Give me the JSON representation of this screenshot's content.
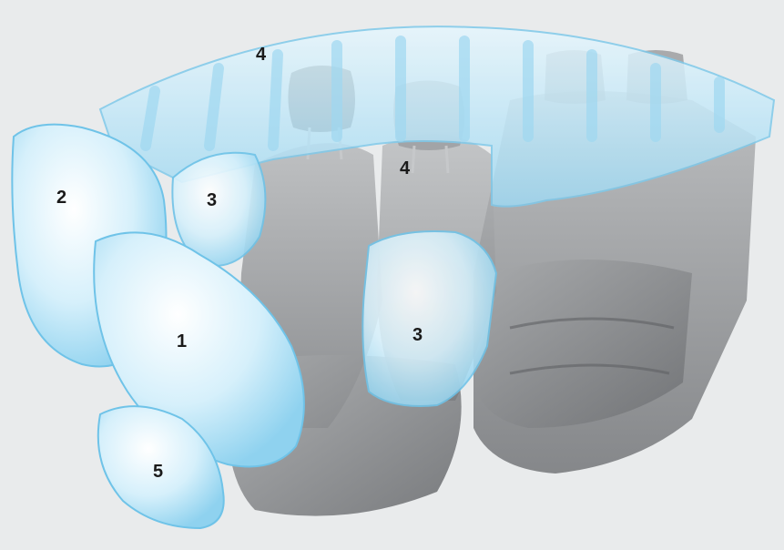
{
  "callouts": [
    {
      "id": "driver-front-airbag",
      "label": "1"
    },
    {
      "id": "passenger-front-airbag",
      "label": "2"
    },
    {
      "id": "side-airbag-far",
      "label": "3"
    },
    {
      "id": "side-airbag-near",
      "label": "3"
    },
    {
      "id": "curtain-airbag-top",
      "label": "4"
    },
    {
      "id": "curtain-airbag-middle",
      "label": "4"
    },
    {
      "id": "knee-airbag",
      "label": "5"
    }
  ],
  "colors": {
    "background": "#e9ebec",
    "airbag_fill": "#bfe6f6",
    "airbag_edge": "#6fc3e8",
    "seat": "#8d8f92",
    "seat_dark": "#6d6f72",
    "label": "#1a1a1a"
  }
}
